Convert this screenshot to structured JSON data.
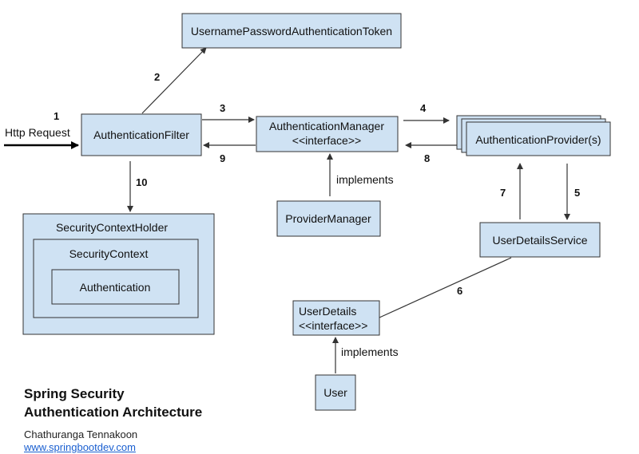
{
  "nodes": {
    "token": "UsernamePasswordAuthenticationToken",
    "filter": "AuthenticationFilter",
    "manager_line1": "AuthenticationManager",
    "manager_line2": "<<interface>>",
    "provider": "AuthenticationProvider(s)",
    "provider_manager": "ProviderManager",
    "user_details_service": "UserDetailsService",
    "context_holder": "SecurityContextHolder",
    "context": "SecurityContext",
    "authentication": "Authentication",
    "user_details_line1": "UserDetails",
    "user_details_line2": "<<interface>>",
    "user": "User"
  },
  "edges": {
    "request": "Http Request",
    "step1": "1",
    "step2": "2",
    "step3": "3",
    "step4": "4",
    "step5": "5",
    "step6": "6",
    "step7": "7",
    "step8": "8",
    "step9": "9",
    "step10": "10",
    "implements_manager": "implements",
    "implements_user": "implements"
  },
  "footer": {
    "title_line1": "Spring Security",
    "title_line2": "Authentication Architecture",
    "author": "Chathuranga Tennakoon",
    "website": "www.springbootdev.com"
  }
}
